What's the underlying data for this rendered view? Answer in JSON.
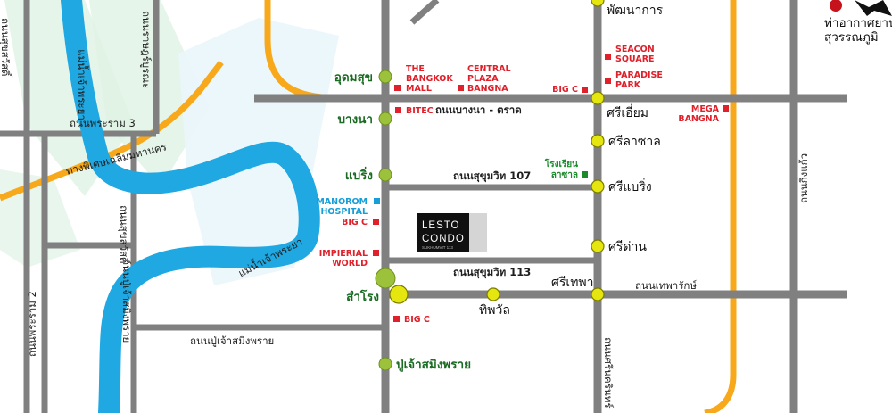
{
  "colors": {
    "road": "#808080",
    "expressway": "#f7a81b",
    "river": "#1fa8e1",
    "green_line": "#9cc23b",
    "yellow_line": "#e5e510",
    "poi_red": "#e0202a",
    "poi_blue": "#159ed8",
    "poi_green": "#1a8a2c",
    "station_green_text": "#1a6b22"
  },
  "roads": {
    "rama3": "ถนนพระราม 3",
    "bangna_trat": "ถนนบางนา - ตราด",
    "sukhumvit107": "ถนนสุขุมวิท 107",
    "sukhumvit113": "ถนนสุขุมวิท 113",
    "puchao": "ถนนปู่เจ้าสมิงพราย",
    "theparak": "ถนนเทพารักษ์",
    "srinakarin": "ถนนศรีนครินทร์",
    "kingkaew": "ถนนกิ่งแก้ว",
    "chaloem": "ทางพิเศษเฉลิมมหานคร",
    "ratburana": "ถนนราษฎร์บูรณะ",
    "suksawat": "ถนนสุขสวัสดิ์",
    "puchao_vert": "ถนนปู่เจ้าสมิงพราย",
    "rama2_col": "ถนนพระราม 2",
    "ratchaprarop_short": "ถนนสุขสวัสดิ์"
  },
  "river": {
    "name_top": "แม่น้ำเจ้าพระยา",
    "name_bottom": "แม่น้ำเจ้าพระยา"
  },
  "stations_green": [
    {
      "id": "udomsuk",
      "name": "อุดมสุข"
    },
    {
      "id": "bangna",
      "name": "บางนา"
    },
    {
      "id": "bearing",
      "name": "แบริ่ง"
    },
    {
      "id": "samrong",
      "name": "สำโรง"
    },
    {
      "id": "puchao",
      "name": "ปู่เจ้าสมิงพราย"
    }
  ],
  "stations_yellow": [
    {
      "id": "pattanakarn",
      "name": "พัฒนาการ"
    },
    {
      "id": "srieam",
      "name": "ศรีเอี่ยม"
    },
    {
      "id": "srilasal",
      "name": "ศรีลาซาล"
    },
    {
      "id": "sribearing",
      "name": "ศรีแบริ่ง"
    },
    {
      "id": "sridan",
      "name": "ศรีด่าน"
    },
    {
      "id": "srithepa",
      "name": "ศรีเทพา"
    },
    {
      "id": "thipawan",
      "name": "ทิพวัล"
    }
  ],
  "pois": {
    "bangkok_mall": [
      "THE",
      "BANGKOK",
      "MALL"
    ],
    "central": [
      "CENTRAL",
      "PLAZA",
      "BANGNA"
    ],
    "seacon": [
      "SEACON",
      "SQUARE"
    ],
    "paradise": [
      "PARADISE",
      "PARK"
    ],
    "bigc_bangna": "BIG C",
    "bitec": "BITEC",
    "mega": [
      "MEGA",
      "BANGNA"
    ],
    "lasalle_school": [
      "โรงเรียน",
      "ลาซาล"
    ],
    "manorom": [
      "MANOROM",
      "HOSPITAL"
    ],
    "bigc_bearing": "BIG C",
    "imperial": [
      "IMPIERIAL",
      "WORLD"
    ],
    "bigc_samrong": "BIG C"
  },
  "airport": [
    "ท่าอากาศยาน",
    "สุวรรณภูมิ"
  ],
  "project": {
    "line1": "LESTO",
    "line2": "CONDO",
    "line3": "SUKHUMVIT 113"
  }
}
